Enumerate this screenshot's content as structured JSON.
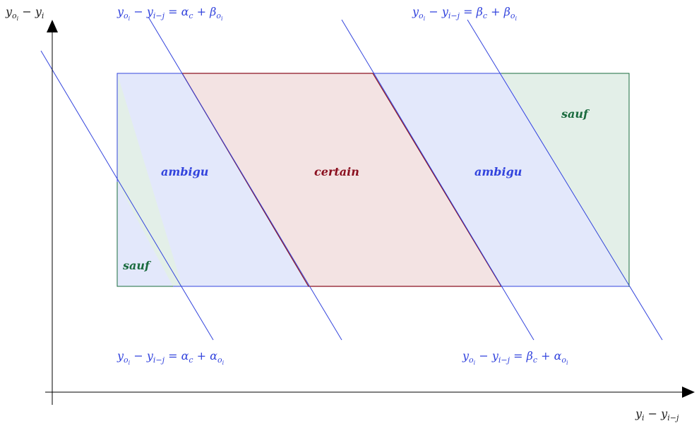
{
  "colors": {
    "blue": "#3344dd",
    "red": "#8b1020",
    "green": "#1a6b3e",
    "axis": "#000000",
    "fill_blue": "#e3e8fb",
    "fill_red": "#f3e3e3",
    "fill_green": "#e3efe8"
  },
  "axes": {
    "x_label": "y_i − y_{i−j}",
    "y_label": "y_{o_i} − y_i"
  },
  "regions": {
    "certain": "certain",
    "ambigu_left": "ambigu",
    "ambigu_right": "ambigu",
    "sauf_top_right": "sauf",
    "sauf_bottom_left": "sauf"
  },
  "lines": {
    "alpha_beta": "y_{o_i} − y_{i−j} = α_c + β_{o_i}",
    "beta_beta": "y_{o_i} − y_{i−j} = β_c + β_{o_i}",
    "alpha_alpha": "y_{o_i} − y_{i−j} = α_c + α_{o_i}",
    "beta_alpha": "y_{o_i} − y_{i−j} = β_c + α_{o_i}"
  }
}
